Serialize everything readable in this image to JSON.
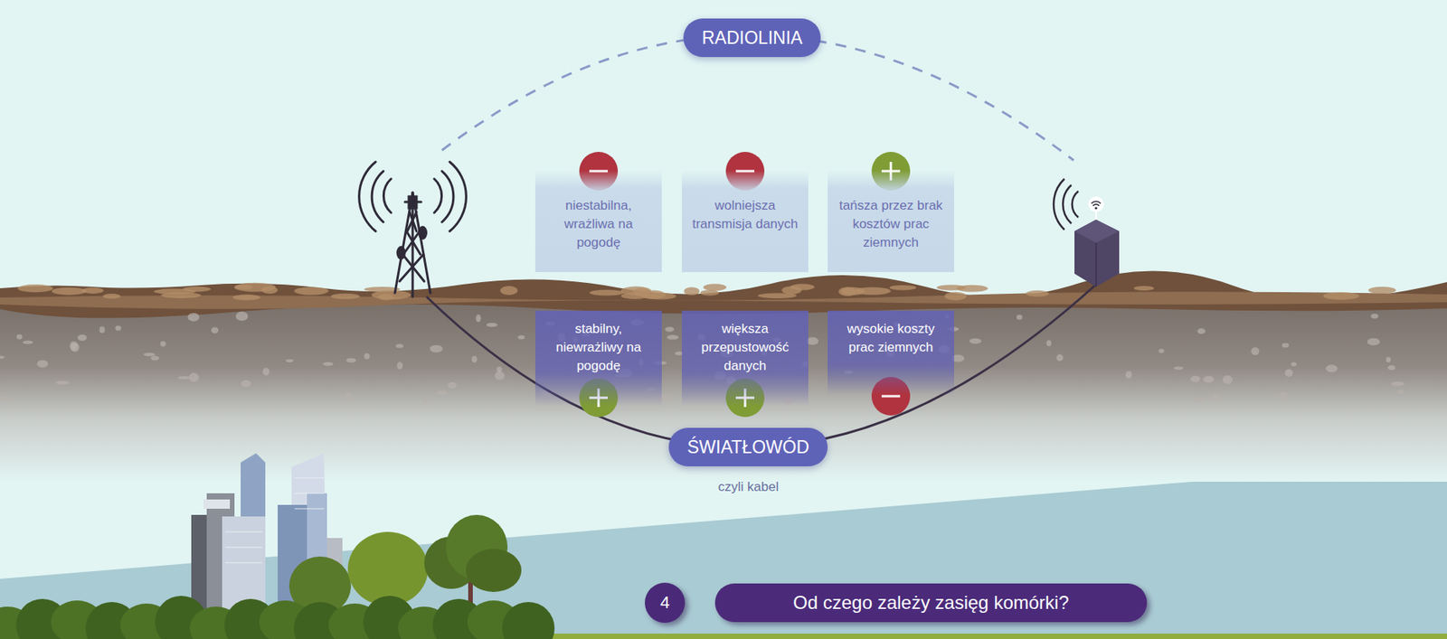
{
  "diagram": {
    "nodes": [
      {
        "text": [
          "RADIOLINIA"
        ]
      },
      {
        "text": [
          "niestabilna, wrażliwa na pogodę"
        ]
      },
      {
        "text": [
          "wolniejsza transmisja danych"
        ]
      },
      {
        "text": [
          "tańsza przez brak kosztów prac ziemnych"
        ]
      },
      {
        "text": [
          "stabilny, niewrażliwy na pogodę"
        ]
      },
      {
        "text": [
          "większa przepustowość danych"
        ]
      },
      {
        "text": [
          "wysokie koszty prac ziemnych"
        ]
      },
      {
        "text": [
          "ŚWIATŁOWÓD"
        ]
      },
      {
        "text": [
          "4"
        ]
      },
      {
        "text": [
          "Od czego zależy zasięg komórki?"
        ]
      }
    ],
    "labels": [
      "czyli kabel"
    ]
  }
}
